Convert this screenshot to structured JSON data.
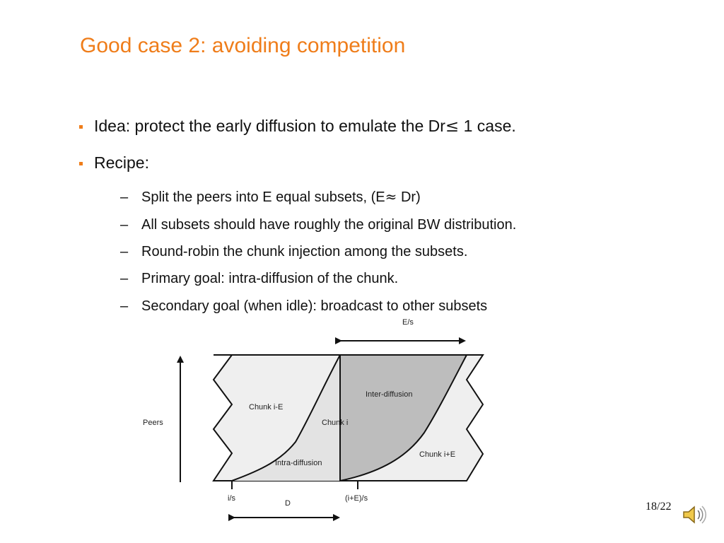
{
  "slide": {
    "title": "Good case 2: avoiding competition",
    "page_number": "18/22"
  },
  "bullets": [
    {
      "text_before": "Idea: protect the early diffusion to emulate the Dr",
      "symbol": "≤",
      "text_after": " 1 case."
    },
    {
      "text": "Recipe:"
    }
  ],
  "sub_bullets": [
    {
      "dash": "–",
      "text_before": "Split the peers into E equal subsets, (E",
      "symbol": "≈",
      "text_after": " Dr)"
    },
    {
      "dash": "–",
      "text": "All subsets should have roughly the original BW distribution."
    },
    {
      "dash": "–",
      "text": "Round-robin the chunk injection among the subsets."
    },
    {
      "dash": "–",
      "text": "Primary goal: intra-diffusion of the chunk."
    },
    {
      "dash": "–",
      "text": "Secondary goal (when idle): broadcast to other subsets"
    }
  ],
  "diagram": {
    "axis_label_peers": "Peers",
    "top_span_label": "E/s",
    "bottom_span_label": "D",
    "tick_left_label": "i/s",
    "tick_right_label": "(i+E)/s",
    "region_chunk_before": "Chunk i-E",
    "region_chunk_current": "Chunk i",
    "region_chunk_after": "Chunk i+E",
    "region_intra": "Intra-diffusion",
    "region_inter": "Inter-diffusion",
    "colors": {
      "band_fill": "#efefef",
      "intra_fill": "#e3e3e3",
      "inter_fill": "#bdbdbd",
      "stroke": "#111111"
    }
  },
  "icons": {
    "bullet": "square-bullet-icon",
    "audio": "speaker-icon"
  },
  "theme": {
    "accent": "#ef7d1a"
  }
}
